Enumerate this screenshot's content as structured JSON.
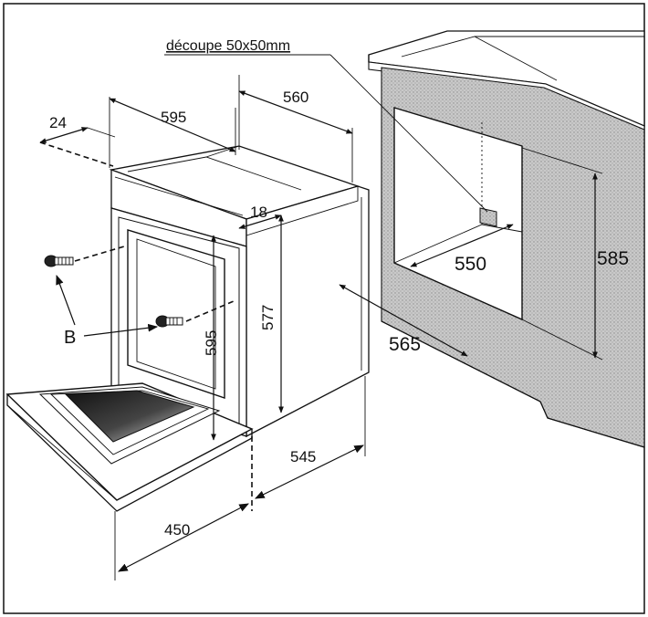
{
  "diagram": {
    "cutout_label": "découpe 50x50mm",
    "screw_label": "B",
    "dimensions": {
      "d24": "24",
      "d595_top": "595",
      "d560": "560",
      "d18": "18",
      "d577": "577",
      "d595_side": "595",
      "d545": "545",
      "d450": "450",
      "d550": "550",
      "d585": "585",
      "d565": "565"
    }
  }
}
